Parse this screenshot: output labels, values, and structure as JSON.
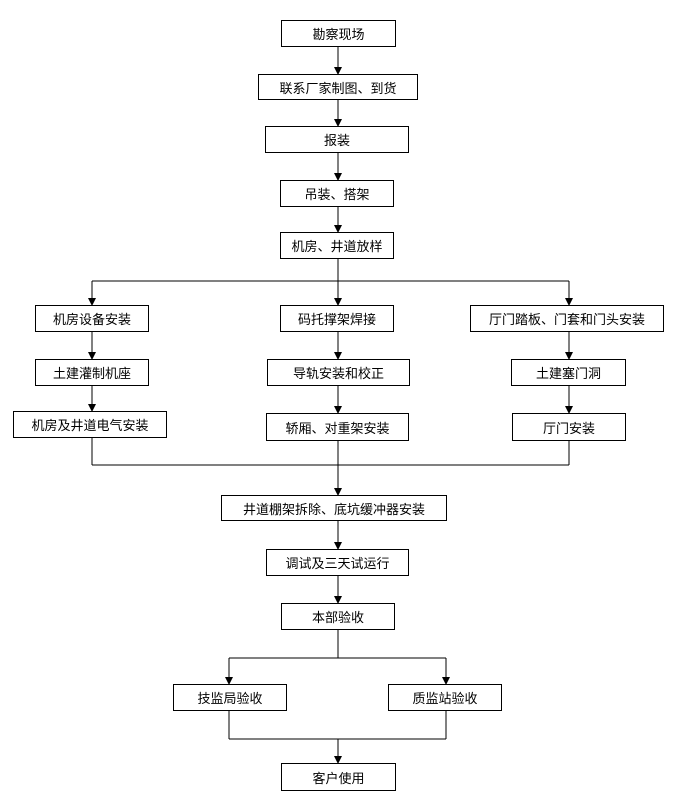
{
  "flowchart": {
    "steps": {
      "survey": "勘察现场",
      "contact_factory": "联系厂家制图、到货",
      "report_install": "报装",
      "hoist_scaffold": "吊装、搭架",
      "machine_room_shaft_layout": "机房、井道放样",
      "machine_room_equipment": "机房设备安装",
      "civil_pour_base": "土建灌制机座",
      "machine_room_shaft_electrical": "机房及井道电气安装",
      "bracket_welding": "码托撑架焊接",
      "guide_rail_install": "导轨安装和校正",
      "car_counterweight_install": "轿厢、对重架安装",
      "hall_door_install": "厅门踏板、门套和门头安装",
      "civil_fill_door_hole": "土建塞门洞",
      "hall_door": "厅门安装",
      "remove_scaffold_buffer": "井道棚架拆除、底坑缓冲器安装",
      "debug_trial": "调试及三天试运行",
      "internal_acceptance": "本部验收",
      "tech_supervision_acceptance": "技监局验收",
      "quality_station_acceptance": "质监站验收",
      "customer_use": "客户使用"
    }
  }
}
